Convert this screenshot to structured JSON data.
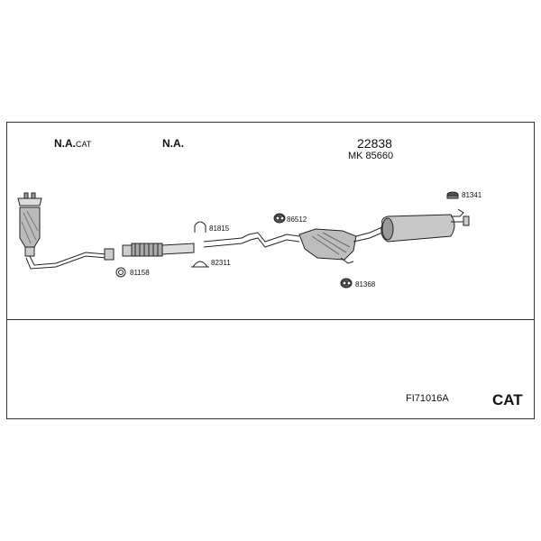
{
  "headers": {
    "front": {
      "main": "N.A.",
      "sub": "CAT"
    },
    "middle": "N.A."
  },
  "kit": {
    "number": "22838",
    "mk": "MK 85660"
  },
  "parts": [
    {
      "id": "81158"
    },
    {
      "id": "81815"
    },
    {
      "id": "82311"
    },
    {
      "id": "86512"
    },
    {
      "id": "81368"
    },
    {
      "id": "81341"
    }
  ],
  "footer": {
    "code": "FI71016A",
    "cat": "CAT"
  },
  "colors": {
    "line": "#222222",
    "fill": "#cfcfcf",
    "dark": "#555555"
  }
}
